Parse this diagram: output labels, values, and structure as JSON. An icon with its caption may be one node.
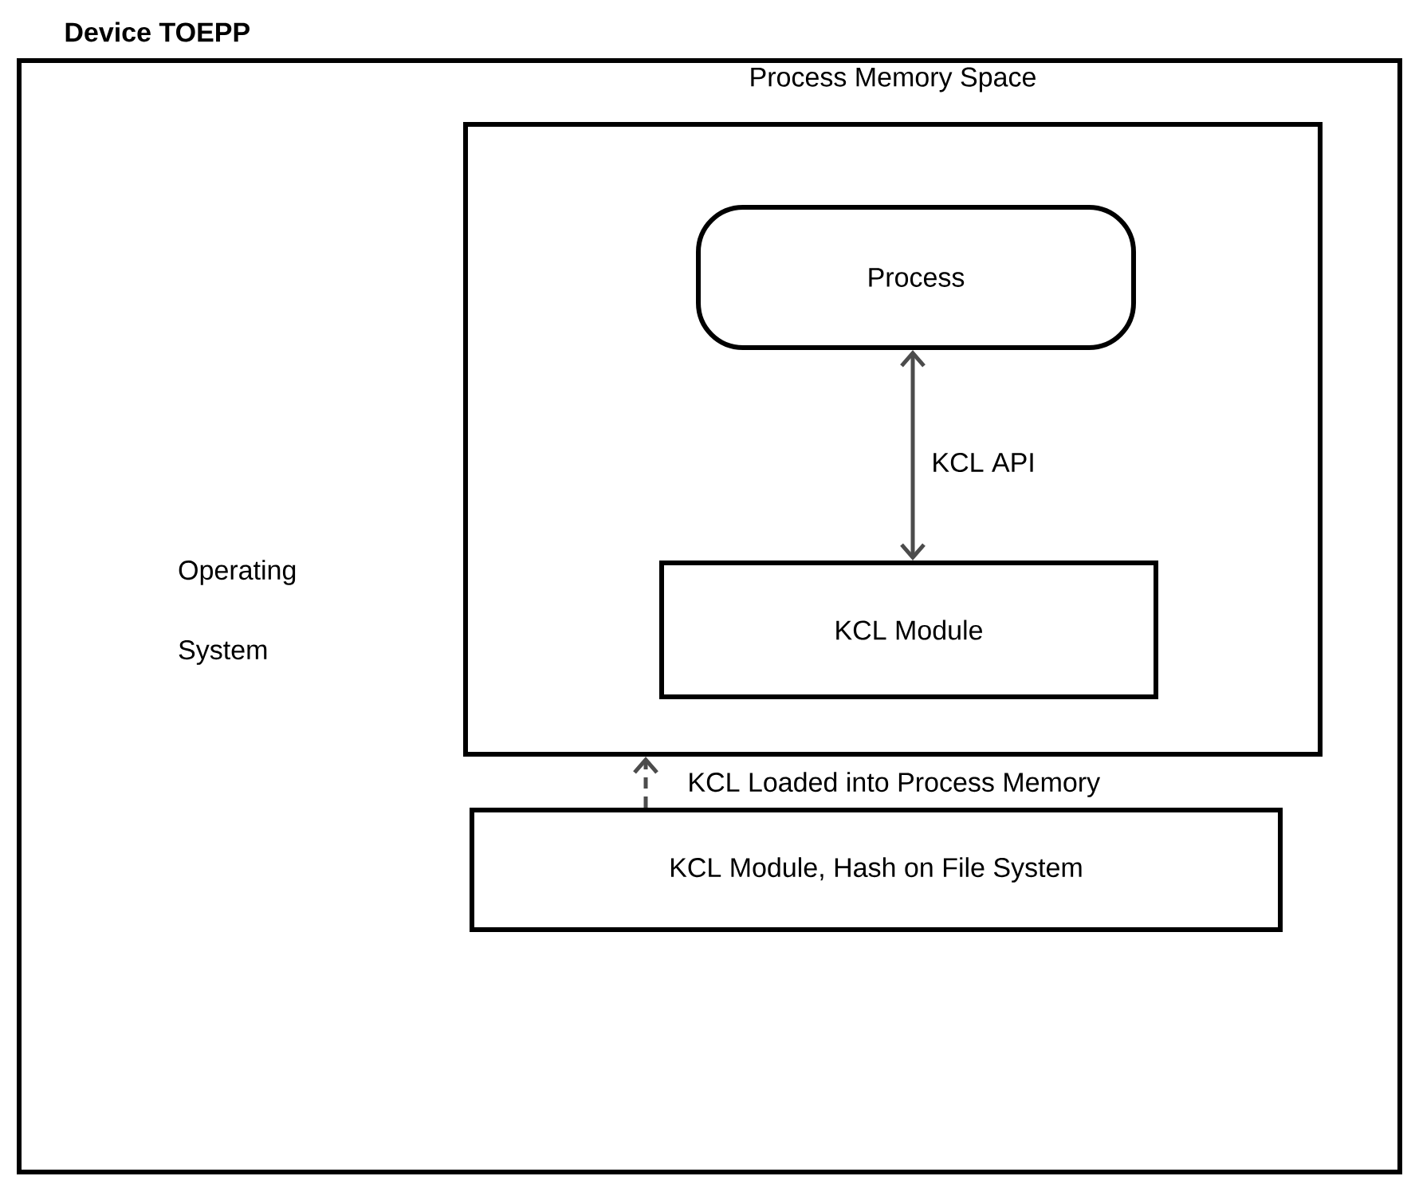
{
  "diagram": {
    "nodes": [
      {
        "text": [
          "Device TOEPP",
          "Operating System"
        ]
      },
      {
        "text": [
          "Process Memory Space"
        ],
        "in": 0
      },
      {
        "text": [
          "Process"
        ],
        "in": 1
      },
      {
        "text": [
          "KCL Module"
        ],
        "in": 1
      },
      {
        "text": [
          "KCL Module, Hash on File System"
        ],
        "in": 0
      }
    ],
    "edges": [
      {
        "from": 2,
        "to": 3,
        "arrow": "both",
        "label": "KCL API"
      },
      {
        "from": 4,
        "to": 1,
        "arrow": "to",
        "label": "KCL Loaded into Process Memory",
        "style": "dashed"
      }
    ]
  }
}
